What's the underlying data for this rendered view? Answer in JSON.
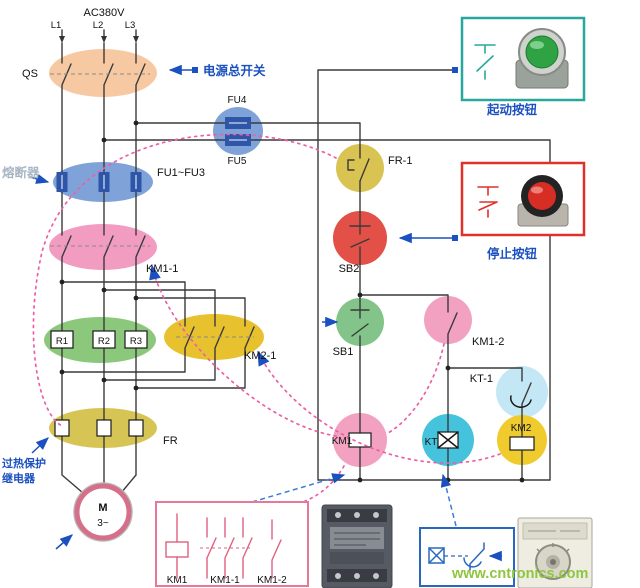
{
  "diagram": {
    "supply": {
      "voltage": "AC380V",
      "phases": [
        "L1",
        "L2",
        "L3"
      ]
    },
    "labels": {
      "qs": "QS",
      "fu4": "FU4",
      "fu5": "FU5",
      "fu123": "FU1~FU3",
      "km1_1": "KM1-1",
      "r1": "R1",
      "r2": "R2",
      "r3": "R3",
      "km2_1": "KM2-1",
      "fr": "FR",
      "motor_m": "M",
      "motor_phases": "3~",
      "fr1": "FR-1",
      "sb2": "SB2",
      "sb1": "SB1",
      "km1_2": "KM1-2",
      "kt1": "KT-1",
      "km1": "KM1",
      "kt": "KT",
      "km2": "KM2"
    },
    "callouts": {
      "main_switch": "电源总开关",
      "fuse": "熔断器",
      "thermal_line1": "过热保护",
      "thermal_line2": "继电器",
      "stop_button": "停止按钮",
      "start_button": "起动按钮"
    },
    "bottom_panel": {
      "km1": "KM1",
      "km1_1": "KM1-1",
      "km1_2": "KM1-2"
    },
    "watermark": "www.cntronics.com",
    "colors": {
      "qs_highlight": "#f7c9a2",
      "fuse_highlight": "#7fa3d8",
      "fuse_element": "#2e55a8",
      "km1_1_highlight": "#f29cc2",
      "resistor_highlight": "#8cc87c",
      "km2_1_highlight": "#e7c22e",
      "fr_highlight": "#d6c554",
      "fr1_highlight": "#d9c352",
      "sb2_highlight": "#e25048",
      "sb1_highlight": "#82c48a",
      "km1_2_highlight": "#f2a2c0",
      "kt1_highlight": "#c4e7f6",
      "km1_highlight": "#f2a2c0",
      "kt_highlight": "#46c3dc",
      "km2_highlight": "#f0cb2e",
      "callout_blue": "#1a50c0",
      "link_pink": "#ec5fa5",
      "panel_pink_border": "#e87898",
      "panel_blue_border": "#2868c0",
      "start_box_border": "#28a89c",
      "stop_box_border": "#e03028",
      "watermark_green": "#8dc63f"
    }
  }
}
